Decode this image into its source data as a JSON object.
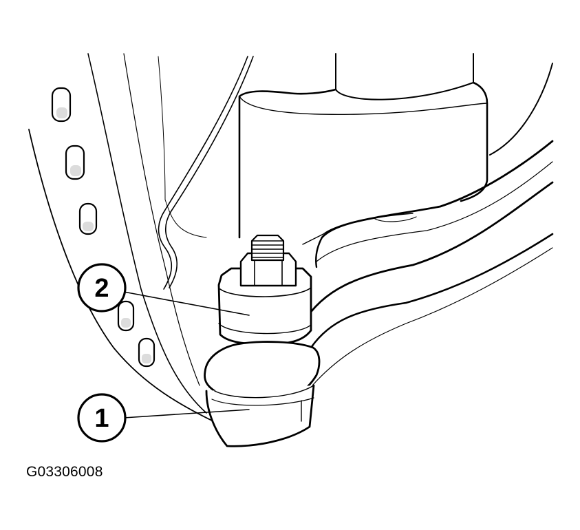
{
  "figure_id": "G03306008",
  "callouts": [
    {
      "number": "1"
    },
    {
      "number": "2"
    }
  ],
  "colors": {
    "line": "#000000",
    "fill": "#ffffff",
    "shade": "#dcdcdc"
  }
}
